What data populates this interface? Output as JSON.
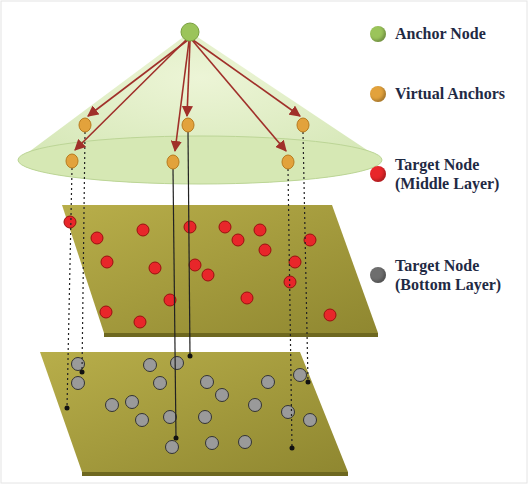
{
  "diagram": {
    "legend": [
      {
        "text": "Anchor Node",
        "color": "#9bc45a"
      },
      {
        "text": "Virtual Anchors",
        "color": "#e2a23c"
      },
      {
        "text": "Target Node (Middle Layer)",
        "color": "#e8262a"
      },
      {
        "text": "Target Node (Bottom Layer)",
        "color": "#6e6e6e"
      }
    ]
  }
}
